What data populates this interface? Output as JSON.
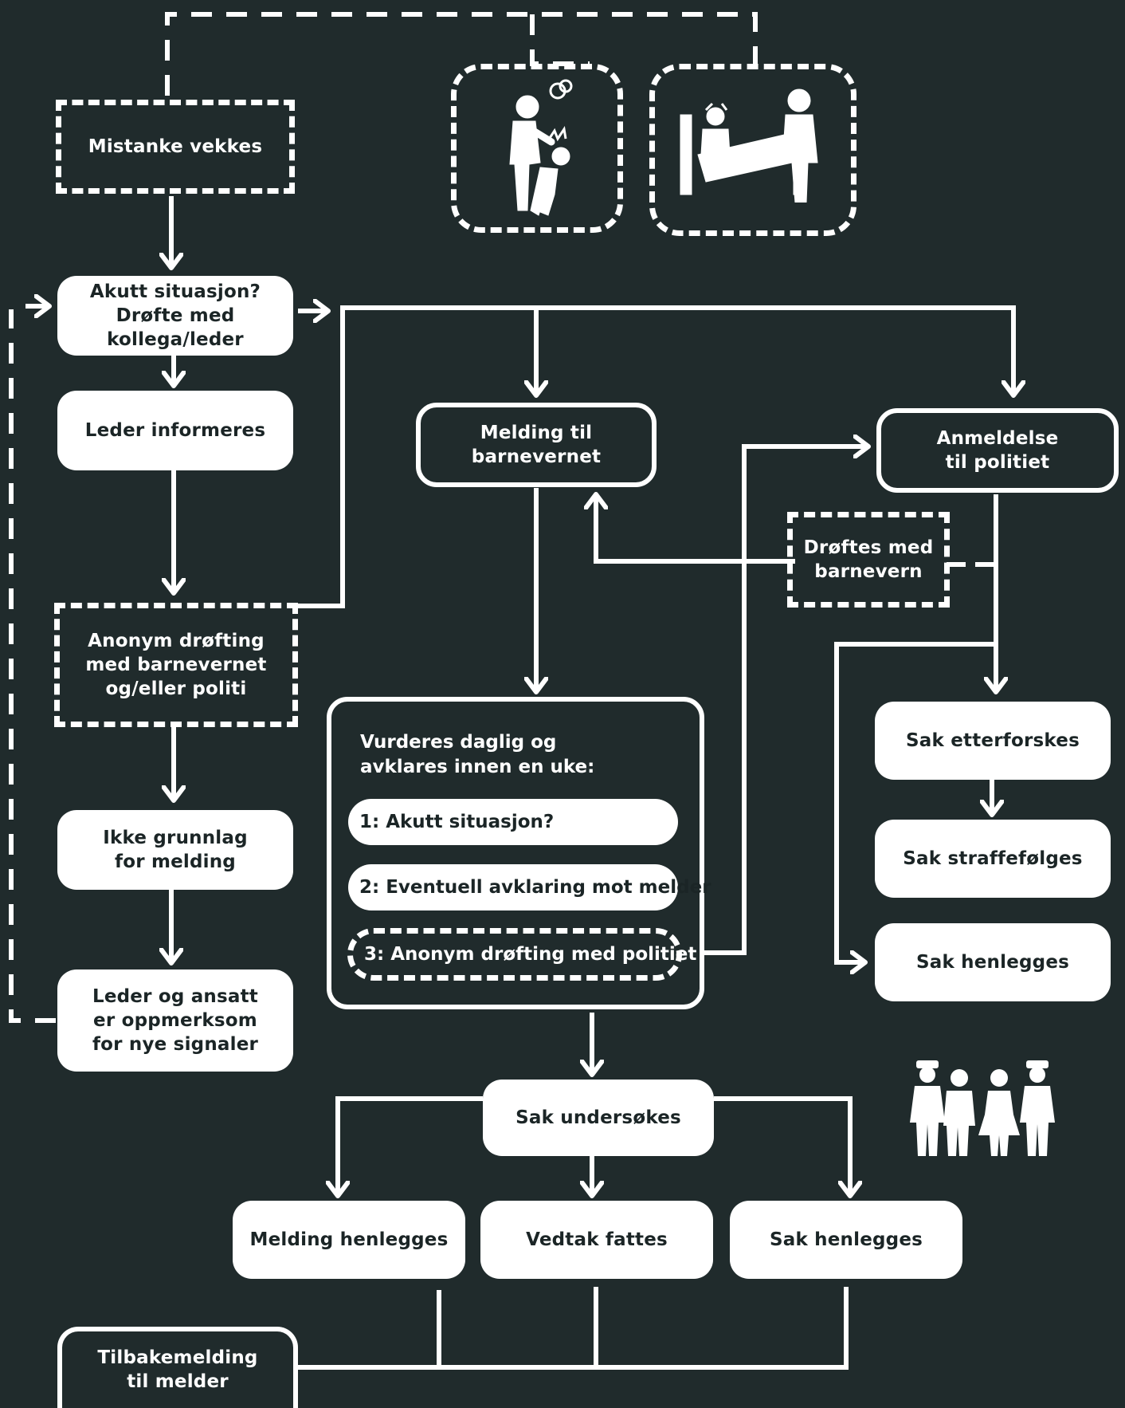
{
  "colors": {
    "background": "#202b2c",
    "foreground": "#ffffff",
    "node_text": "#1b2526"
  },
  "icons": [
    "child-abuse-icon",
    "child-neglect-icon",
    "police-arrest-icon"
  ],
  "nodes": {
    "mistanke": "Mistanke vekkes",
    "akutt": "Akutt situasjon?\nDrøfte med kollega/leder",
    "leder_informeres": "Leder informeres",
    "anonym_drofting": "Anonym drøfting\nmed barnevernet\nog/eller politi",
    "ikke_grunnlag": "Ikke grunnlag\nfor melding",
    "leder_ansatt": "Leder og ansatt\ner oppmerksom\nfor nye signaler",
    "melding_barnevernet": "Melding til\nbarnevernet",
    "anmeldelse": "Anmeldelse\ntil politiet",
    "droftes_barnevern": "Drøftes med\nbarnevern",
    "vurderes": "Vurderes daglig og\navklares innen en uke:",
    "step1": "1: Akutt situasjon?",
    "step2": "2: Eventuell avklaring mot melder",
    "step3": "3: Anonym drøfting med politiet",
    "sak_etterforskes": "Sak etterforskes",
    "sak_straffefolges": "Sak straffefølges",
    "sak_henlegges_politi": "Sak henlegges",
    "sak_undersokes": "Sak undersøkes",
    "melding_henlegges": "Melding henlegges",
    "vedtak_fattes": "Vedtak fattes",
    "sak_henlegges": "Sak henlegges",
    "tilbakemelding": "Tilbakemelding\ntil melder"
  }
}
